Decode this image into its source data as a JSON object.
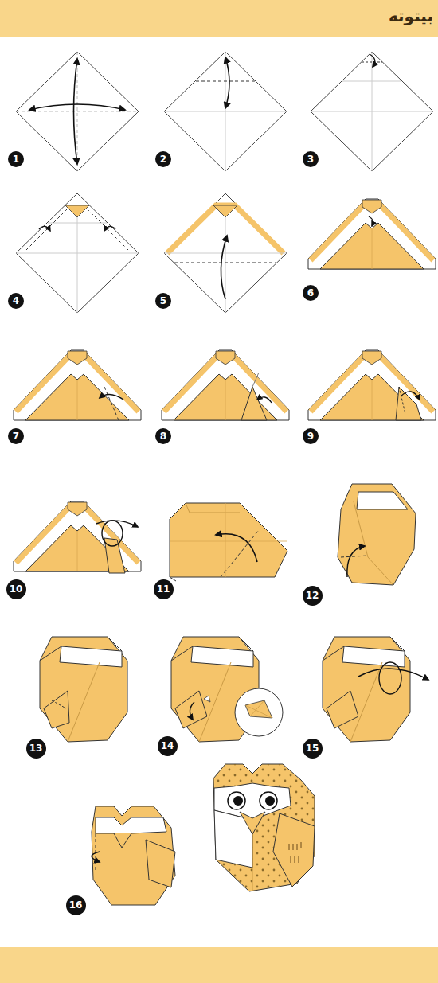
{
  "diagram": {
    "nodes": [
      {
        "text": [
          "1"
        ]
      },
      {
        "text": [
          "2"
        ]
      },
      {
        "text": [
          "3"
        ]
      },
      {
        "text": [
          "4"
        ]
      },
      {
        "text": [
          "5"
        ]
      },
      {
        "text": [
          "6"
        ]
      },
      {
        "text": [
          "7"
        ]
      },
      {
        "text": [
          "8"
        ]
      },
      {
        "text": [
          "9"
        ]
      },
      {
        "text": [
          "10"
        ]
      },
      {
        "text": [
          "11"
        ]
      },
      {
        "text": [
          "12"
        ]
      },
      {
        "text": [
          "13"
        ]
      },
      {
        "text": [
          "14"
        ]
      },
      {
        "text": [
          "15"
        ]
      },
      {
        "text": [
          "16"
        ]
      }
    ],
    "labels": [
      "بیتوته"
    ]
  }
}
